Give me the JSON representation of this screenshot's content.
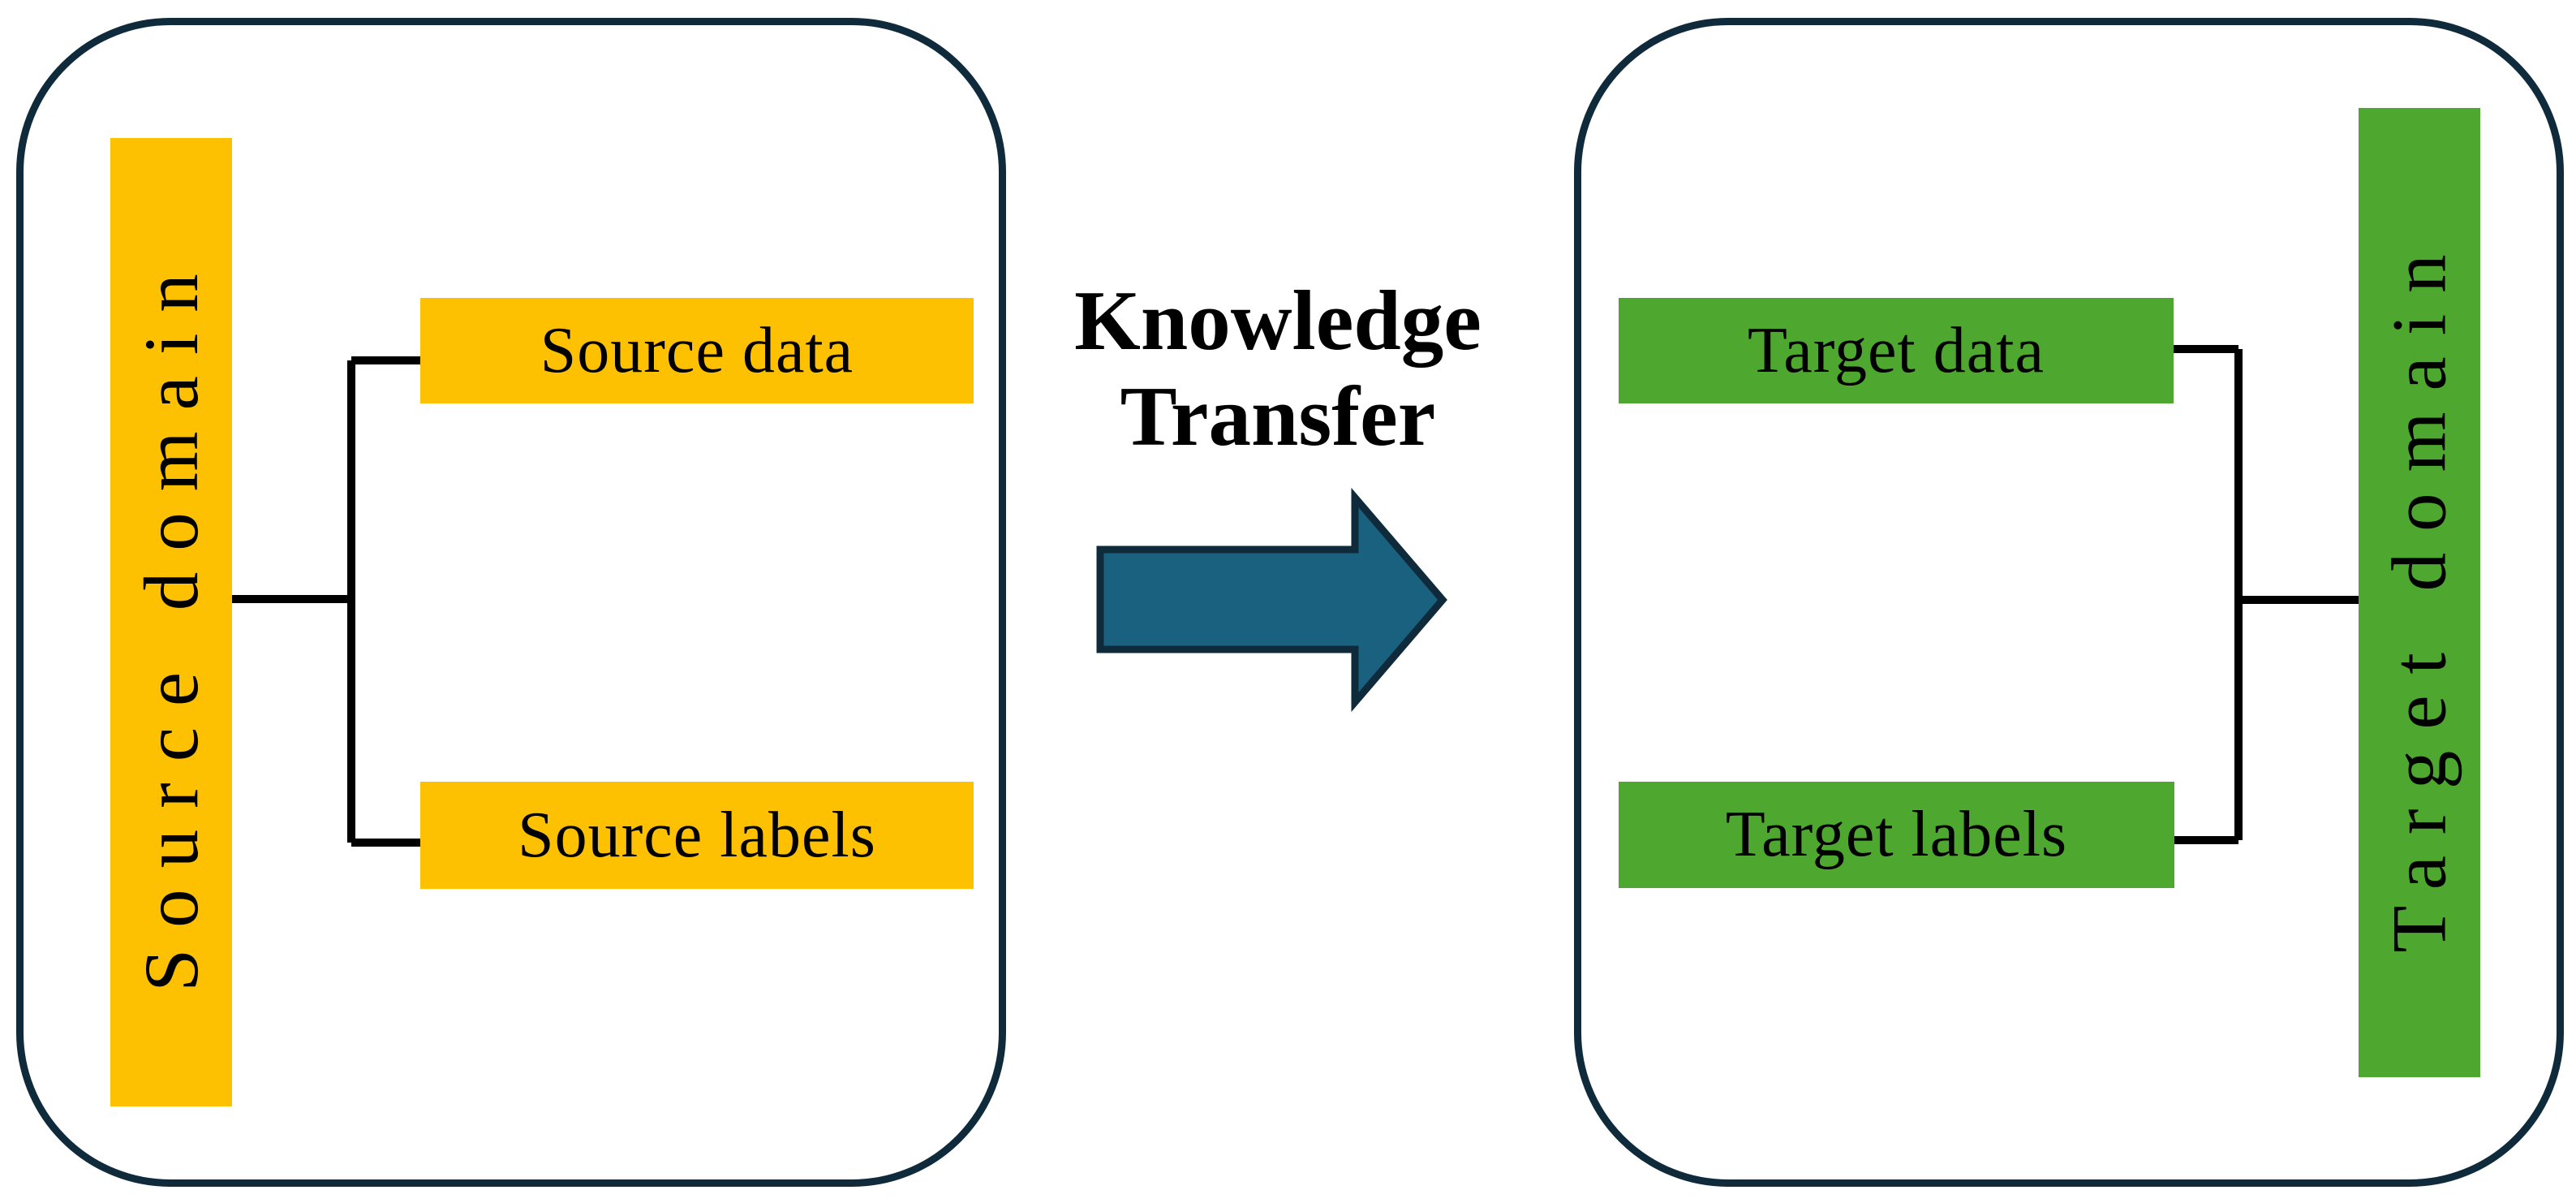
{
  "diagram": {
    "left_panel": {
      "domain_label": "Source domain",
      "boxes": [
        {
          "label": "Source data"
        },
        {
          "label": "Source labels"
        }
      ]
    },
    "middle": {
      "label_lines": [
        "Knowledge",
        "Transfer"
      ],
      "arrow_direction": "right"
    },
    "right_panel": {
      "domain_label": "Target domain",
      "boxes": [
        {
          "label": "Target data"
        },
        {
          "label": "Target labels"
        }
      ]
    },
    "colors": {
      "source_fill": "#FDC101",
      "target_fill": "#4EA72E",
      "panel_border": "#0E2A3B",
      "arrow_fill": "#19617F",
      "connector": "#000000",
      "text": "#000000",
      "background": "#FFFFFF"
    }
  }
}
